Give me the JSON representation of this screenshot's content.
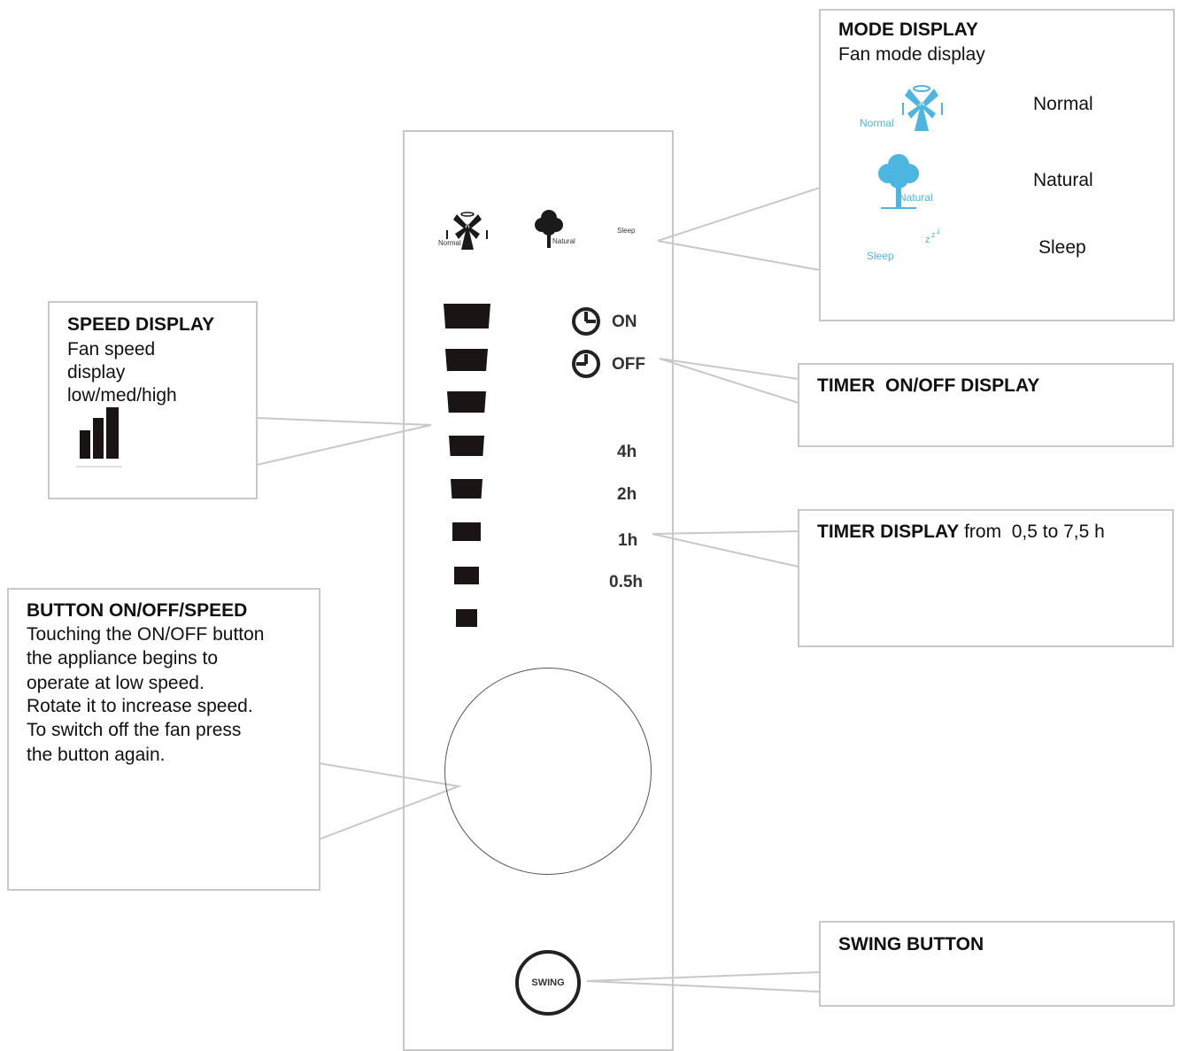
{
  "mode_display": {
    "title": "MODE DISPLAY",
    "subtitle": "Fan mode display",
    "modes": [
      {
        "label": "Normal",
        "icon": "windmill-icon",
        "icon_caption": "Normal"
      },
      {
        "label": "Natural",
        "icon": "tree-icon",
        "icon_caption": "Natural"
      },
      {
        "label": "Sleep",
        "icon": "moon-icon",
        "icon_caption": "Sleep"
      }
    ],
    "icon_color": "#4db6e0"
  },
  "speed_display": {
    "title": "SPEED DISPLAY",
    "line1": "Fan speed",
    "line2": "display",
    "line3": "low/med/high",
    "icon": "signal-bars-icon"
  },
  "panel": {
    "mode_icons": [
      {
        "caption": "Normal",
        "icon": "windmill-icon"
      },
      {
        "caption": "Natural",
        "icon": "tree-icon"
      },
      {
        "caption": "Sleep",
        "icon": "moon-icon"
      }
    ],
    "timer_on": "ON",
    "timer_off": "OFF",
    "timer_values": [
      "4h",
      "2h",
      "1h",
      "0.5h"
    ],
    "swing_label": "SWING",
    "speed_levels": 8
  },
  "timer_onoff": {
    "title": "TIMER  ON/OFF DISPLAY"
  },
  "timer_display": {
    "title_bold": "TIMER DISPLAY",
    "title_rest": " from  0,5 to 7,5 h"
  },
  "button_onoff": {
    "title": "BUTTON ON/OFF/SPEED",
    "lines": [
      "Touching the ON/OFF button",
      "the appliance begins to",
      "operate at low speed.",
      "Rotate it to increase speed.",
      "To switch off the fan press",
      "the button again."
    ]
  },
  "swing_button": {
    "title": "SWING BUTTON"
  }
}
